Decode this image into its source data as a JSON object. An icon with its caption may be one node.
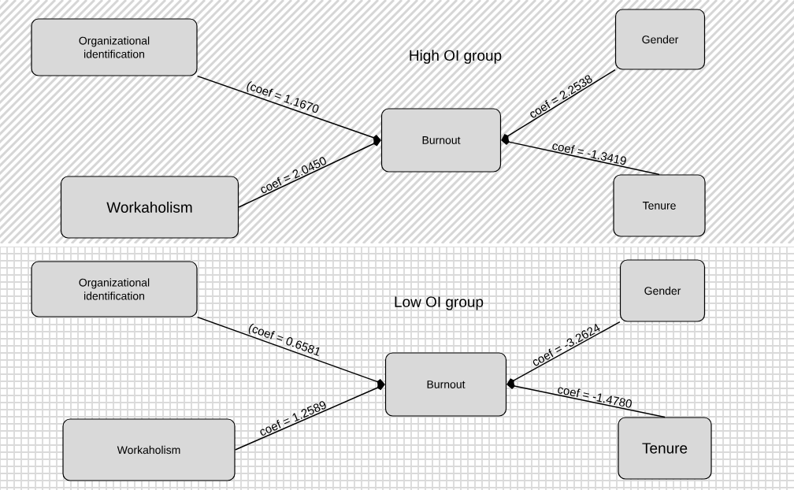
{
  "diagram": {
    "nodes": [
      {
        "text": [
          "High OI group"
        ]
      },
      {
        "text": [
          "Organizational identification"
        ],
        "in": 0
      },
      {
        "text": [
          "Workaholism"
        ],
        "in": 0
      },
      {
        "text": [
          "Burnout"
        ],
        "in": 0
      },
      {
        "text": [
          "Gender"
        ],
        "in": 0
      },
      {
        "text": [
          "Tenure"
        ],
        "in": 0
      },
      {
        "text": [
          "Low OI group"
        ]
      },
      {
        "text": [
          "Organizational identification"
        ],
        "in": 6
      },
      {
        "text": [
          "Workaholism"
        ],
        "in": 6
      },
      {
        "text": [
          "Burnout"
        ],
        "in": 6
      },
      {
        "text": [
          "Gender"
        ],
        "in": 6
      },
      {
        "text": [
          "Tenure"
        ],
        "in": 6
      }
    ],
    "edges": [
      {
        "from": 1,
        "to": 3,
        "arrow": "to",
        "label": "(coef = 1.1670"
      },
      {
        "from": 2,
        "to": 3,
        "arrow": "to",
        "label": "coef = 2.0450"
      },
      {
        "from": 4,
        "to": 3,
        "arrow": "to",
        "label": "coef = 2.2538"
      },
      {
        "from": 5,
        "to": 3,
        "arrow": "to",
        "label": "coef = -1.3419"
      },
      {
        "from": 7,
        "to": 9,
        "arrow": "to",
        "label": "(coef = 0.6581"
      },
      {
        "from": 8,
        "to": 9,
        "arrow": "to",
        "label": "coef = 1.2589"
      },
      {
        "from": 10,
        "to": 9,
        "arrow": "to",
        "label": "coef = -3.2624"
      },
      {
        "from": 11,
        "to": 9,
        "arrow": "to",
        "label": "coef = -1.4780"
      }
    ]
  }
}
